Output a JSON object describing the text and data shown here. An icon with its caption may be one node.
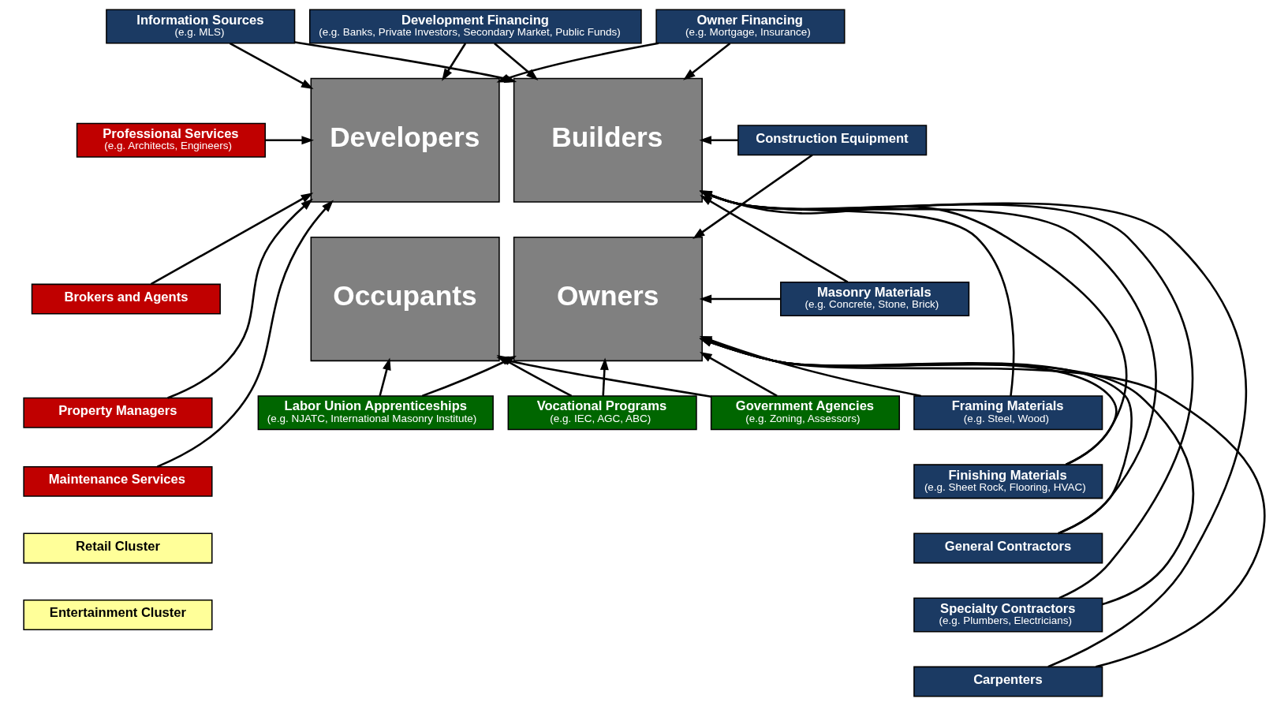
{
  "diagram": {
    "nodes": [
      {
        "text": [
          "Information Sources",
          "(e.g. MLS)"
        ]
      },
      {
        "text": [
          "Development Financing",
          "(e.g. Banks, Private Investors, Secondary Market, Public Funds)"
        ]
      },
      {
        "text": [
          "Owner Financing",
          "(e.g. Mortgage, Insurance)"
        ]
      },
      {
        "text": [
          "Professional Services",
          "(e.g. Architects, Engineers)"
        ]
      },
      {
        "text": [
          "Brokers and Agents"
        ]
      },
      {
        "text": [
          "Property Managers"
        ]
      },
      {
        "text": [
          "Maintenance Services"
        ]
      },
      {
        "text": [
          "Retail Cluster"
        ]
      },
      {
        "text": [
          "Entertainment Cluster"
        ]
      },
      {
        "text": [
          "Developers"
        ]
      },
      {
        "text": [
          "Builders"
        ]
      },
      {
        "text": [
          "Occupants"
        ]
      },
      {
        "text": [
          "Owners"
        ]
      },
      {
        "text": [
          "Construction Equipment"
        ]
      },
      {
        "text": [
          "Masonry Materials",
          "(e.g. Concrete, Stone, Brick)"
        ]
      },
      {
        "text": [
          "Framing Materials",
          "(e.g. Steel, Wood)"
        ]
      },
      {
        "text": [
          "Finishing Materials",
          "(e.g. Sheet Rock, Flooring, HVAC)"
        ]
      },
      {
        "text": [
          "General Contractors"
        ]
      },
      {
        "text": [
          "Specialty Contractors",
          "(e.g. Plumbers, Electricians)"
        ]
      },
      {
        "text": [
          "Carpenters"
        ]
      },
      {
        "text": [
          "Labor Union Apprenticeships",
          "(e.g. NJATC, International Masonry Institute)"
        ]
      },
      {
        "text": [
          "Vocational Programs",
          "(e.g. IEC, AGC, ABC)"
        ]
      },
      {
        "text": [
          "Government Agencies",
          "(e.g. Zoning, Assessors)"
        ]
      }
    ],
    "edges": [
      {
        "from": 0,
        "to": 9,
        "arrow": "to"
      },
      {
        "from": 0,
        "to": 10,
        "arrow": "to"
      },
      {
        "from": 1,
        "to": 9,
        "arrow": "to"
      },
      {
        "from": 1,
        "to": 10,
        "arrow": "to"
      },
      {
        "from": 2,
        "to": 9,
        "arrow": "to"
      },
      {
        "from": 2,
        "to": 10,
        "arrow": "to"
      },
      {
        "from": 3,
        "to": 9,
        "arrow": "to"
      },
      {
        "from": 4,
        "to": 9,
        "arrow": "to"
      },
      {
        "from": 5,
        "to": 9,
        "arrow": "to"
      },
      {
        "from": 6,
        "to": 9,
        "arrow": "to"
      },
      {
        "from": 13,
        "to": 10,
        "arrow": "to"
      },
      {
        "from": 13,
        "to": 12,
        "arrow": "to"
      },
      {
        "from": 14,
        "to": 10,
        "arrow": "to"
      },
      {
        "from": 14,
        "to": 12,
        "arrow": "to"
      },
      {
        "from": 15,
        "to": 10,
        "arrow": "to"
      },
      {
        "from": 15,
        "to": 12,
        "arrow": "to"
      },
      {
        "from": 16,
        "to": 10,
        "arrow": "to"
      },
      {
        "from": 16,
        "to": 12,
        "arrow": "to"
      },
      {
        "from": 17,
        "to": 10,
        "arrow": "to"
      },
      {
        "from": 17,
        "to": 12,
        "arrow": "to"
      },
      {
        "from": 18,
        "to": 10,
        "arrow": "to"
      },
      {
        "from": 18,
        "to": 12,
        "arrow": "to"
      },
      {
        "from": 19,
        "to": 10,
        "arrow": "to"
      },
      {
        "from": 19,
        "to": 12,
        "arrow": "to"
      },
      {
        "from": 20,
        "to": 11,
        "arrow": "to"
      },
      {
        "from": 20,
        "to": 12,
        "arrow": "to"
      },
      {
        "from": 21,
        "to": 11,
        "arrow": "to"
      },
      {
        "from": 21,
        "to": 12,
        "arrow": "to"
      },
      {
        "from": 22,
        "to": 11,
        "arrow": "to"
      },
      {
        "from": 22,
        "to": 12,
        "arrow": "to"
      }
    ]
  }
}
